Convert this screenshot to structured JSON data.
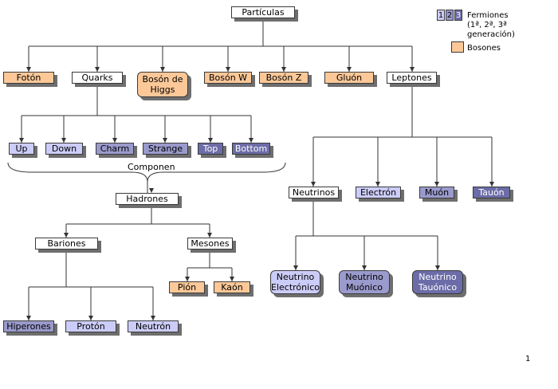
{
  "diagram": {
    "title": "Partículas",
    "bosons": {
      "foton": "Fotón",
      "higgs_line1": "Bosón de",
      "higgs_line2": "Higgs",
      "w": "Bosón W",
      "z": "Bosón Z",
      "gluon": "Gluón"
    },
    "quarks": {
      "label": "Quarks",
      "up": "Up",
      "down": "Down",
      "charm": "Charm",
      "strange": "Strange",
      "top": "Top",
      "bottom": "Bottom",
      "componen": "Componen"
    },
    "hadrones": {
      "label": "Hadrones",
      "bariones": "Bariones",
      "mesones": "Mesones",
      "hiperones": "Hiperones",
      "proton": "Protón",
      "neutron": "Neutrón",
      "pion": "Pión",
      "kaon": "Kaón"
    },
    "leptones": {
      "label": "Leptones",
      "neutrinos": "Neutrinos",
      "electron": "Electrón",
      "muon": "Muón",
      "tauon": "Tauón",
      "nu_e_line1": "Neutrino",
      "nu_e_line2": "Electrónico",
      "nu_mu_line1": "Neutrino",
      "nu_mu_line2": "Muónico",
      "nu_tau_line1": "Neutrino",
      "nu_tau_line2": "Tauónico"
    }
  },
  "legend": {
    "gen_numbers": [
      "1",
      "2",
      "3"
    ],
    "fermions_line1": "Fermiones",
    "fermions_line2": "(1ª, 2ª, 3ª",
    "fermions_line3": "generación)",
    "bosons": "Bosones"
  },
  "colors": {
    "boson": "#fcc898",
    "gen1": "#ccccf8",
    "gen2": "#9a9acc",
    "gen3": "#6c6ca8",
    "node_white": "#ffffff"
  },
  "page_number": "1"
}
